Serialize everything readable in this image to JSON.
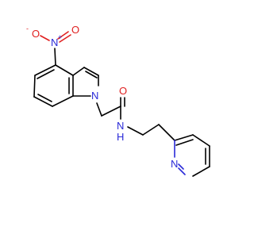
{
  "molecule": {
    "atoms": {
      "nitro_n": "N",
      "nitro_n_charge": "+",
      "nitro_o_top": "O",
      "nitro_o_left": "O",
      "nitro_o_left_charge": "-",
      "indole_n": "N",
      "amide_o": "O",
      "amide_n": "N",
      "amide_h": "H",
      "pyridine_n": "N"
    },
    "colors": {
      "bond": "#000000",
      "nitrogen": "#2a2ad8",
      "oxygen": "#e02020",
      "background": "#ffffff"
    }
  }
}
